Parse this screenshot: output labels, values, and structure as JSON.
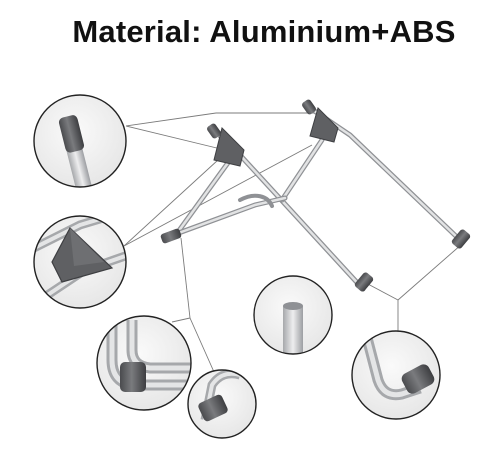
{
  "title": "Material: Aluminium+ABS",
  "colors": {
    "metal": "#c8c9cb",
    "metal_edge": "#8f9195",
    "plastic": "#5f6063",
    "plastic_dark": "#3e3f42",
    "callout_line": "#7b7b7b",
    "circle_bg": "#f1f1f1"
  },
  "parts": [
    {
      "name": "rubber-foot-cap",
      "material": "ABS"
    },
    {
      "name": "triangular-hinge-joint",
      "material": "ABS"
    },
    {
      "name": "aluminium-rod-end",
      "material": "Aluminium"
    },
    {
      "name": "bent-rod-with-foot",
      "material": "Aluminium+ABS"
    },
    {
      "name": "rod-clip",
      "material": "Aluminium+ABS"
    },
    {
      "name": "hook-end-with-cap",
      "material": "Aluminium+ABS"
    }
  ]
}
